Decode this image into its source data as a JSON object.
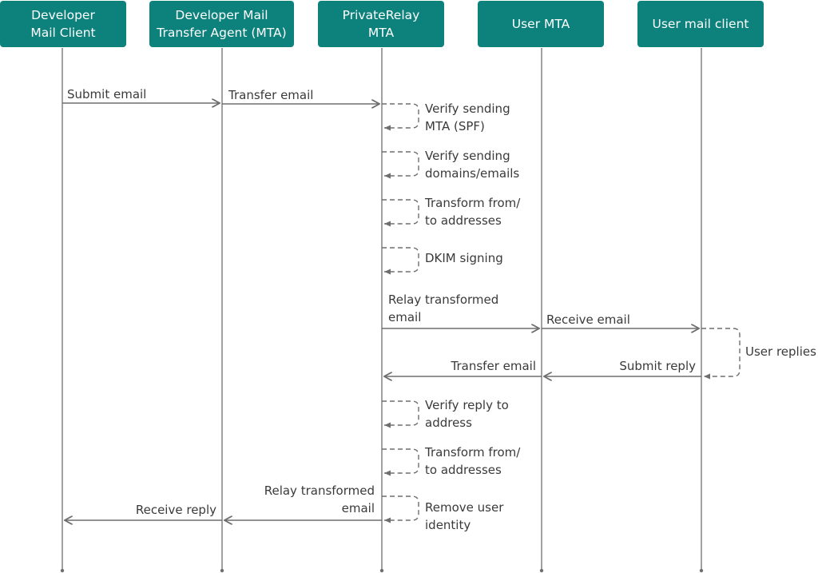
{
  "actors": [
    {
      "id": "dev_client",
      "label": "Developer\nMail Client"
    },
    {
      "id": "dev_mta",
      "label": "Developer Mail\nTransfer Agent (MTA)"
    },
    {
      "id": "relay_mta",
      "label": "PrivateRelay\nMTA"
    },
    {
      "id": "user_mta",
      "label": "User MTA"
    },
    {
      "id": "user_client",
      "label": "User mail client"
    }
  ],
  "messages": [
    {
      "from": "dev_client",
      "to": "dev_mta",
      "label": "Submit email"
    },
    {
      "from": "dev_mta",
      "to": "relay_mta",
      "label": "Transfer email"
    },
    {
      "from": "relay_mta",
      "to": "relay_mta",
      "label": "Verify sending\nMTA (SPF)",
      "self": true
    },
    {
      "from": "relay_mta",
      "to": "relay_mta",
      "label": "Verify sending\ndomains/emails",
      "self": true
    },
    {
      "from": "relay_mta",
      "to": "relay_mta",
      "label": "Transform from/\nto addresses",
      "self": true
    },
    {
      "from": "relay_mta",
      "to": "relay_mta",
      "label": "DKIM signing",
      "self": true
    },
    {
      "from": "relay_mta",
      "to": "user_mta",
      "label": "Relay transformed\nemail"
    },
    {
      "from": "user_mta",
      "to": "user_client",
      "label": "Receive email"
    },
    {
      "from": "user_client",
      "to": "user_client",
      "label": "User replies",
      "self": true
    },
    {
      "from": "user_client",
      "to": "user_mta",
      "label": "Submit reply"
    },
    {
      "from": "user_mta",
      "to": "relay_mta",
      "label": "Transfer email"
    },
    {
      "from": "relay_mta",
      "to": "relay_mta",
      "label": "Verify reply to\naddress",
      "self": true
    },
    {
      "from": "relay_mta",
      "to": "relay_mta",
      "label": "Transform from/\nto addresses",
      "self": true
    },
    {
      "from": "relay_mta",
      "to": "relay_mta",
      "label": "Remove user\nidentity",
      "self": true
    },
    {
      "from": "relay_mta",
      "to": "dev_mta",
      "label": "Relay transformed\nemail"
    },
    {
      "from": "dev_mta",
      "to": "dev_client",
      "label": "Receive reply"
    }
  ],
  "colors": {
    "actor_fill": "#0d817c",
    "actor_text": "#ffffff",
    "line": "#6e6e6e",
    "text": "#3a3a3a"
  }
}
